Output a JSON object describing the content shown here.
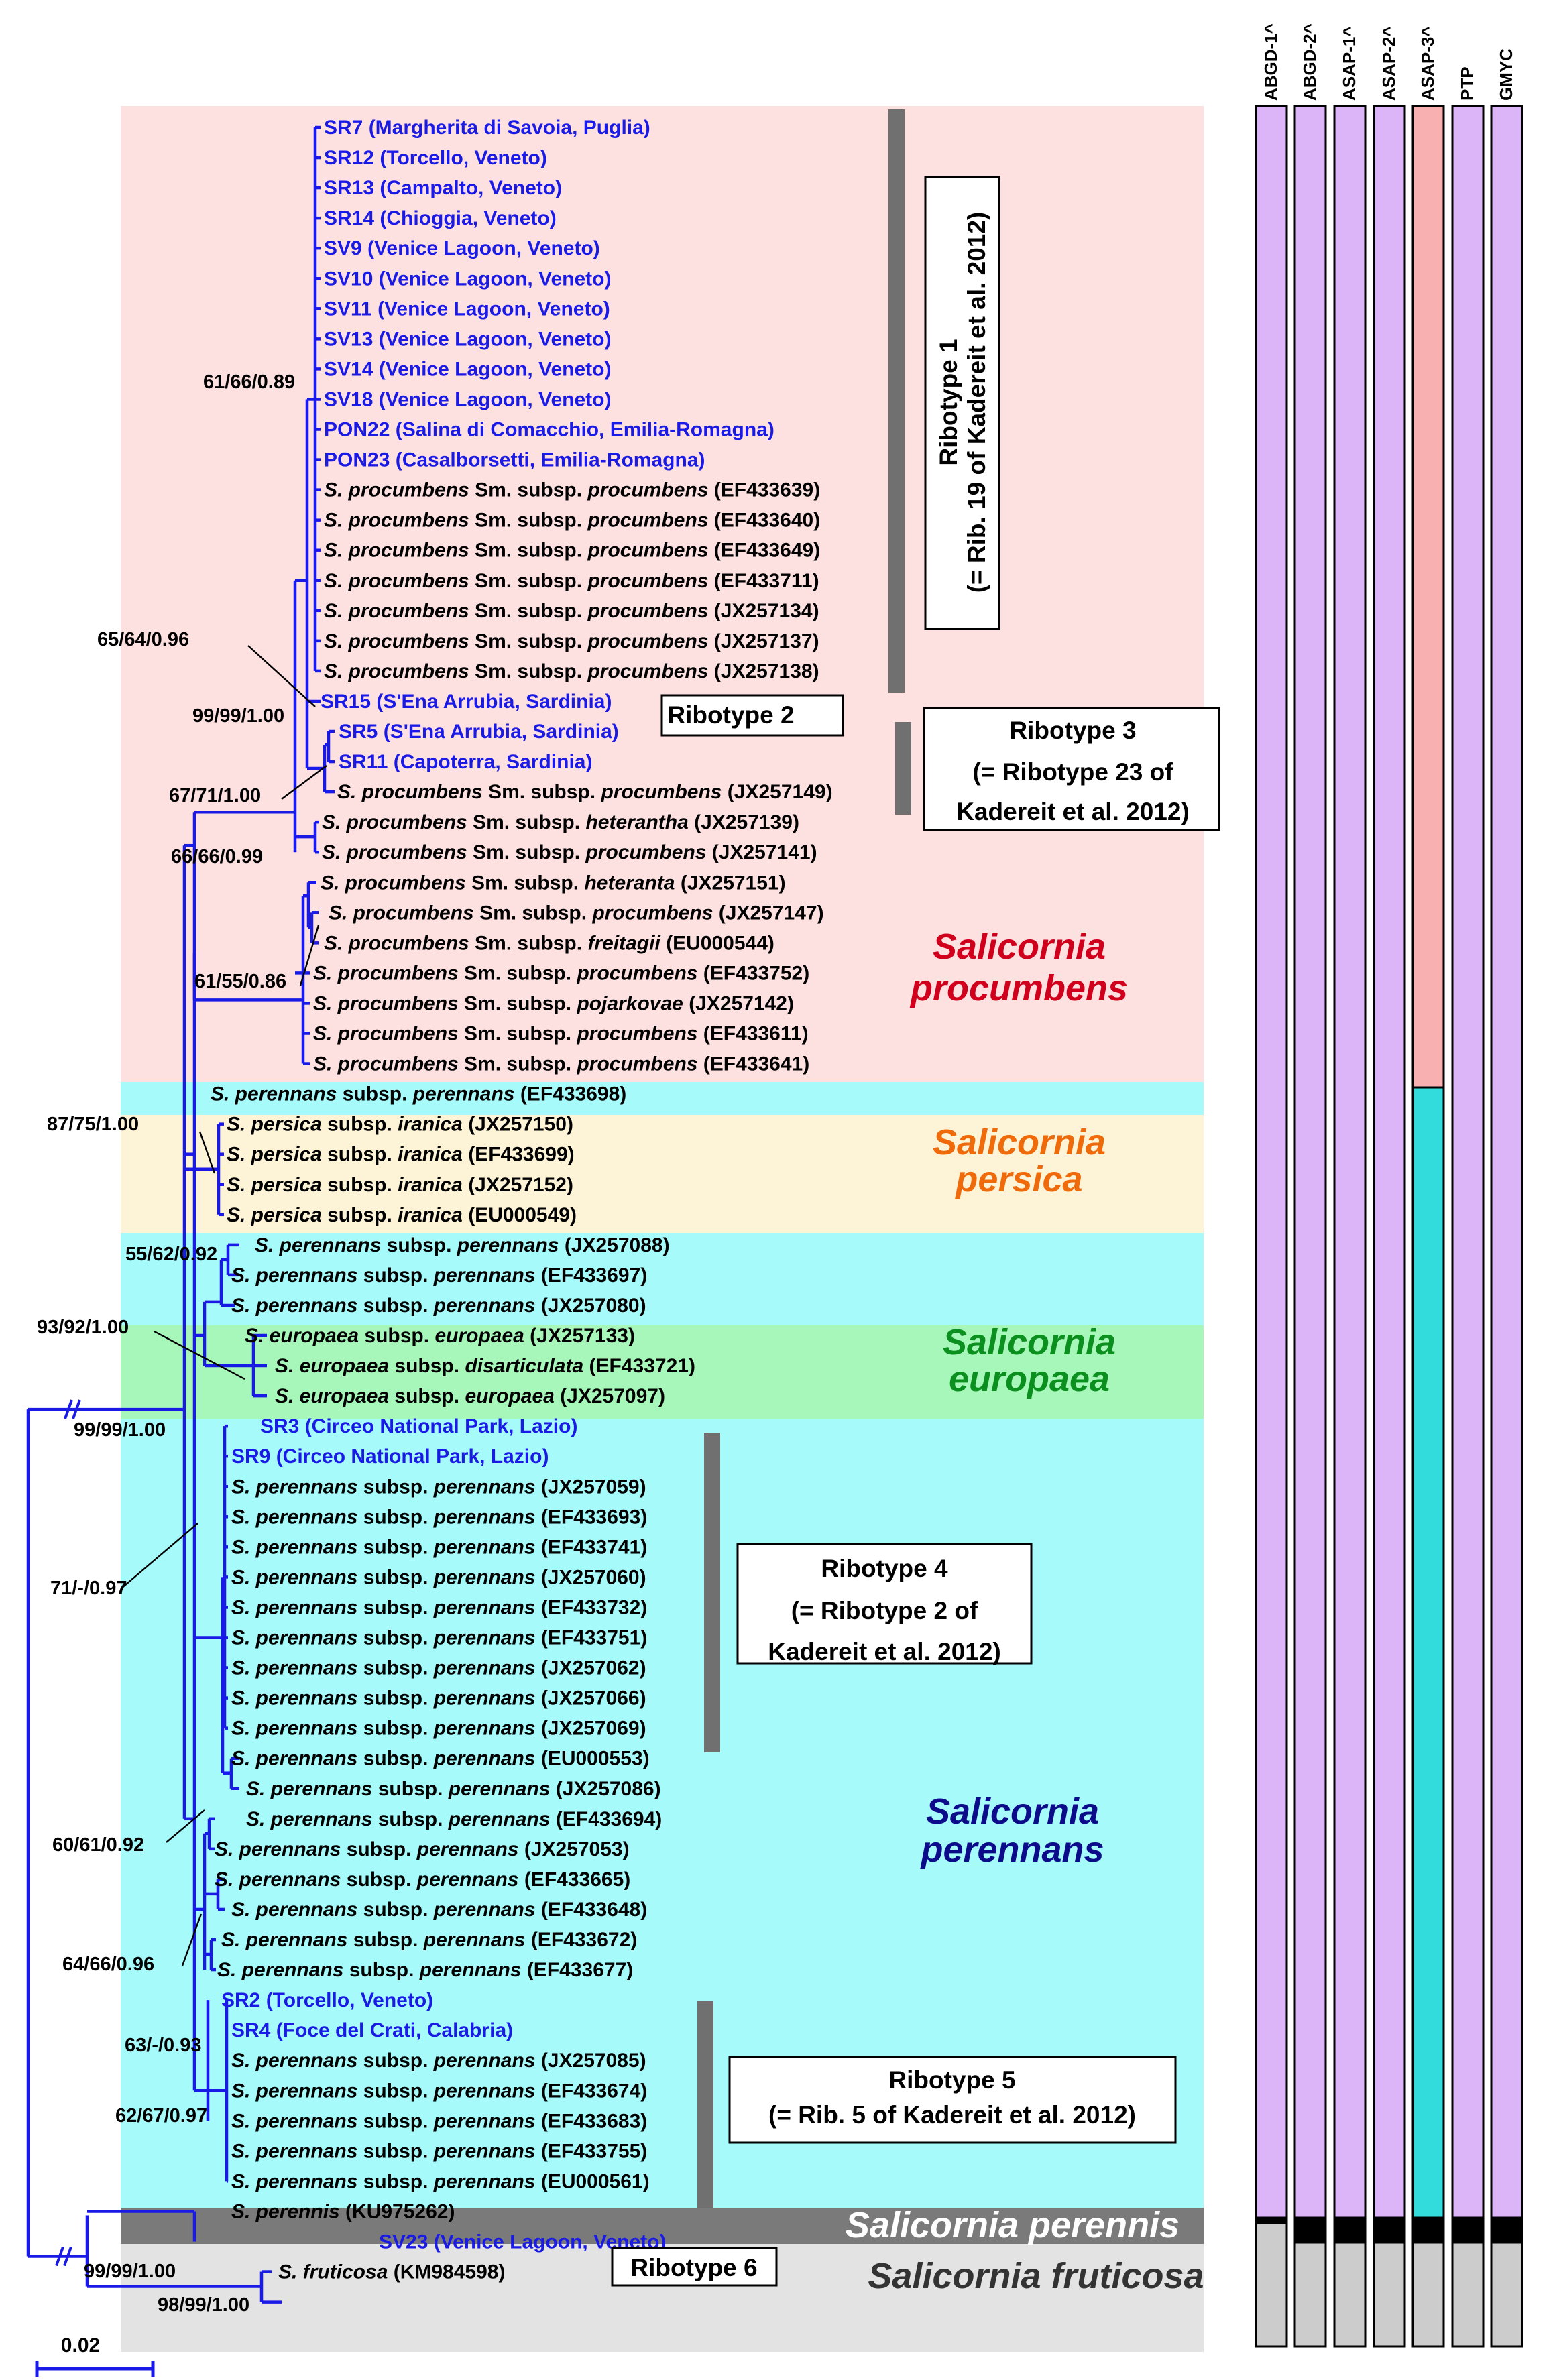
{
  "tips": [
    {
      "type": "code",
      "code": "SR7",
      "loc": "Margherita di Savoia, Puglia"
    },
    {
      "type": "code",
      "code": "SR12",
      "loc": "Torcello, Veneto"
    },
    {
      "type": "code",
      "code": "SR13",
      "loc": "Campalto, Veneto"
    },
    {
      "type": "code",
      "code": "SR14",
      "loc": "Chioggia, Veneto"
    },
    {
      "type": "code",
      "code": "SV9",
      "loc": "Venice Lagoon, Veneto"
    },
    {
      "type": "code",
      "code": "SV10",
      "loc": "Venice Lagoon, Veneto"
    },
    {
      "type": "code",
      "code": "SV11",
      "loc": "Venice Lagoon, Veneto"
    },
    {
      "type": "code",
      "code": "SV13",
      "loc": "Venice Lagoon, Veneto"
    },
    {
      "type": "code",
      "code": "SV14",
      "loc": "Venice Lagoon, Veneto"
    },
    {
      "type": "code",
      "code": "SV18",
      "loc": "Venice Lagoon, Veneto"
    },
    {
      "type": "code",
      "code": "PON22",
      "loc": "Salina di Comacchio, Emilia-Romagna"
    },
    {
      "type": "code",
      "code": "PON23",
      "loc": "Casalborsetti, Emilia-Romagna"
    },
    {
      "type": "sp",
      "sp": "S. procumbens",
      "auth": "Sm. subsp.",
      "ssp": "procumbens",
      "acc": "EF433639"
    },
    {
      "type": "sp",
      "sp": "S. procumbens",
      "auth": "Sm. subsp.",
      "ssp": "procumbens",
      "acc": "EF433640"
    },
    {
      "type": "sp",
      "sp": "S. procumbens",
      "auth": "Sm. subsp.",
      "ssp": "procumbens",
      "acc": "EF433649"
    },
    {
      "type": "sp",
      "sp": "S. procumbens",
      "auth": "Sm. subsp.",
      "ssp": "procumbens",
      "acc": "EF433711"
    },
    {
      "type": "sp",
      "sp": "S. procumbens",
      "auth": "Sm. subsp.",
      "ssp": "procumbens",
      "acc": "JX257134"
    },
    {
      "type": "sp",
      "sp": "S. procumbens",
      "auth": "Sm. subsp.",
      "ssp": "procumbens",
      "acc": "JX257137"
    },
    {
      "type": "sp",
      "sp": "S. procumbens",
      "auth": "Sm. subsp.",
      "ssp": "procumbens",
      "acc": "JX257138"
    },
    {
      "type": "code",
      "code": "SR15",
      "loc": "S'Ena Arrubia, Sardinia"
    },
    {
      "type": "code",
      "code": "SR5",
      "loc": "S'Ena Arrubia, Sardinia"
    },
    {
      "type": "code",
      "code": "SR11",
      "loc": "Capoterra, Sardinia"
    },
    {
      "type": "sp",
      "sp": "S. procumbens",
      "auth": "Sm. subsp.",
      "ssp": "procumbens",
      "acc": "JX257149"
    },
    {
      "type": "sp",
      "sp": "S. procumbens",
      "auth": "Sm. subsp.",
      "ssp": "heterantha",
      "acc": "JX257139"
    },
    {
      "type": "sp",
      "sp": "S. procumbens",
      "auth": "Sm. subsp.",
      "ssp": "procumbens",
      "acc": "JX257141"
    },
    {
      "type": "sp",
      "sp": "S. procumbens",
      "auth": "Sm. subsp.",
      "ssp": "heteranta",
      "acc": "JX257151"
    },
    {
      "type": "sp",
      "sp": "S. procumbens",
      "auth": "Sm. subsp.",
      "ssp": "procumbens",
      "acc": "JX257147"
    },
    {
      "type": "sp",
      "sp": "S. procumbens",
      "auth": "Sm. subsp.",
      "ssp": "freitagii",
      "acc": "EU000544"
    },
    {
      "type": "sp",
      "sp": "S. procumbens",
      "auth": "Sm. subsp.",
      "ssp": "procumbens",
      "acc": "EF433752"
    },
    {
      "type": "sp",
      "sp": "S. procumbens",
      "auth": "Sm. subsp.",
      "ssp": "pojarkovae",
      "acc": "JX257142"
    },
    {
      "type": "sp",
      "sp": "S. procumbens",
      "auth": "Sm. subsp.",
      "ssp": "procumbens",
      "acc": "EF433611"
    },
    {
      "type": "sp",
      "sp": "S. procumbens",
      "auth": "Sm. subsp.",
      "ssp": "procumbens",
      "acc": "EF433641"
    },
    {
      "type": "sp",
      "sp": "S. perennans",
      "auth": "subsp.",
      "ssp": "perennans",
      "acc": "EF433698"
    },
    {
      "type": "sp",
      "sp": "S. persica",
      "auth": "subsp.",
      "ssp": "iranica",
      "acc": "JX257150"
    },
    {
      "type": "sp",
      "sp": "S. persica",
      "auth": "subsp.",
      "ssp": "iranica",
      "acc": "EF433699"
    },
    {
      "type": "sp",
      "sp": "S. persica",
      "auth": "subsp.",
      "ssp": "iranica",
      "acc": "JX257152"
    },
    {
      "type": "sp",
      "sp": "S. persica",
      "auth": "subsp.",
      "ssp": "iranica",
      "acc": "EU000549"
    },
    {
      "type": "sp",
      "sp": "S. perennans",
      "auth": "subsp.",
      "ssp": "perennans",
      "acc": "JX257088"
    },
    {
      "type": "sp",
      "sp": "S. perennans",
      "auth": "subsp.",
      "ssp": "perennans",
      "acc": "EF433697"
    },
    {
      "type": "sp",
      "sp": "S. perennans",
      "auth": "subsp.",
      "ssp": "perennans",
      "acc": "JX257080"
    },
    {
      "type": "sp",
      "sp": "S. europaea",
      "auth": "subsp.",
      "ssp": "europaea",
      "acc": "JX257133"
    },
    {
      "type": "sp",
      "sp": "S. europaea",
      "auth": "subsp.",
      "ssp": "disarticulata",
      "acc": "EF433721"
    },
    {
      "type": "sp",
      "sp": "S. europaea",
      "auth": "subsp.",
      "ssp": "europaea",
      "acc": "JX257097"
    },
    {
      "type": "code",
      "code": "SR3",
      "loc": "Circeo National Park, Lazio"
    },
    {
      "type": "code",
      "code": "SR9",
      "loc": "Circeo National Park, Lazio"
    },
    {
      "type": "sp",
      "sp": "S. perennans",
      "auth": "subsp.",
      "ssp": "perennans",
      "acc": "JX257059"
    },
    {
      "type": "sp",
      "sp": "S. perennans",
      "auth": "subsp.",
      "ssp": "perennans",
      "acc": "EF433693"
    },
    {
      "type": "sp",
      "sp": "S. perennans",
      "auth": "subsp.",
      "ssp": "perennans",
      "acc": "EF433741"
    },
    {
      "type": "sp",
      "sp": "S. perennans",
      "auth": "subsp.",
      "ssp": "perennans",
      "acc": "JX257060"
    },
    {
      "type": "sp",
      "sp": "S. perennans",
      "auth": "subsp.",
      "ssp": "perennans",
      "acc": "EF433732"
    },
    {
      "type": "sp",
      "sp": "S. perennans",
      "auth": "subsp.",
      "ssp": "perennans",
      "acc": "EF433751"
    },
    {
      "type": "sp",
      "sp": "S. perennans",
      "auth": "subsp.",
      "ssp": "perennans",
      "acc": "JX257062"
    },
    {
      "type": "sp",
      "sp": "S. perennans",
      "auth": "subsp.",
      "ssp": "perennans",
      "acc": "JX257066"
    },
    {
      "type": "sp",
      "sp": "S. perennans",
      "auth": "subsp.",
      "ssp": "perennans",
      "acc": "JX257069"
    },
    {
      "type": "sp",
      "sp": "S. perennans",
      "auth": "subsp.",
      "ssp": "perennans",
      "acc": "EU000553"
    },
    {
      "type": "sp",
      "sp": "S. perennans",
      "auth": "subsp.",
      "ssp": "perennans",
      "acc": "JX257086"
    },
    {
      "type": "sp",
      "sp": "S. perennans",
      "auth": "subsp.",
      "ssp": "perennans",
      "acc": "EF433694"
    },
    {
      "type": "sp",
      "sp": "S. perennans",
      "auth": "subsp.",
      "ssp": "perennans",
      "acc": "JX257053"
    },
    {
      "type": "sp",
      "sp": "S. perennans",
      "auth": "subsp.",
      "ssp": "perennans",
      "acc": "EF433665"
    },
    {
      "type": "sp",
      "sp": "S. perennans",
      "auth": "subsp.",
      "ssp": "perennans",
      "acc": "EF433648"
    },
    {
      "type": "sp",
      "sp": "S. perennans",
      "auth": "subsp.",
      "ssp": "perennans",
      "acc": "EF433672"
    },
    {
      "type": "sp",
      "sp": "S. perennans",
      "auth": "subsp.",
      "ssp": "perennans",
      "acc": "EF433677"
    },
    {
      "type": "code",
      "code": "SR2",
      "loc": "Torcello, Veneto"
    },
    {
      "type": "code",
      "code": "SR4",
      "loc": "Foce del Crati, Calabria"
    },
    {
      "type": "sp",
      "sp": "S. perennans",
      "auth": "subsp.",
      "ssp": "perennans",
      "acc": "JX257085"
    },
    {
      "type": "sp",
      "sp": "S. perennans",
      "auth": "subsp.",
      "ssp": "perennans",
      "acc": "EF433674"
    },
    {
      "type": "sp",
      "sp": "S. perennans",
      "auth": "subsp.",
      "ssp": "perennans",
      "acc": "EF433683"
    },
    {
      "type": "sp",
      "sp": "S. perennans",
      "auth": "subsp.",
      "ssp": "perennans",
      "acc": "EF433755"
    },
    {
      "type": "sp",
      "sp": "S. perennans",
      "auth": "subsp.",
      "ssp": "perennans",
      "acc": "EU000561"
    },
    {
      "type": "sp2",
      "sp": "S. perennis",
      "acc": "KU975262"
    },
    {
      "type": "code",
      "code": "SV23",
      "loc": "Venice Lagoon, Veneto"
    },
    {
      "type": "sp2",
      "sp": "S. fruticosa",
      "acc": "KM984598"
    }
  ],
  "supports": [
    {
      "text": "61/66/0.89"
    },
    {
      "text": "65/64/0.96"
    },
    {
      "text": "99/99/1.00"
    },
    {
      "text": "67/71/1.00"
    },
    {
      "text": "66/66/0.99"
    },
    {
      "text": "61/55/0.86"
    },
    {
      "text": "87/75/1.00"
    },
    {
      "text": "55/62/0.92"
    },
    {
      "text": "93/92/1.00"
    },
    {
      "text": "99/99/1.00"
    },
    {
      "text": "71/-/0.97"
    },
    {
      "text": "60/61/0.92"
    },
    {
      "text": "64/66/0.96"
    },
    {
      "text": "63/-/0.93"
    },
    {
      "text": "62/67/0.97"
    },
    {
      "text": "99/99/1.00"
    },
    {
      "text": "98/99/1.00"
    }
  ],
  "clades": [
    {
      "lines": [
        "Salicornia",
        "procumbens"
      ],
      "color": "#d0001c"
    },
    {
      "lines": [
        "Salicornia",
        "persica"
      ],
      "color": "#ef6a0a"
    },
    {
      "lines": [
        "Salicornia",
        "europaea"
      ],
      "color": "#0b8f1e"
    },
    {
      "lines": [
        "Salicornia",
        "perennans"
      ],
      "color": "#0c0c8a"
    },
    {
      "lines": [
        "Salicornia  perennis"
      ],
      "color": "#ffffff"
    },
    {
      "lines": [
        "Salicornia fruticosa"
      ],
      "color": "#333333"
    }
  ],
  "ribotypes": [
    {
      "lines": [
        "Ribotype 1",
        "(=  Rib. 19 of Kadereit et al. 2012)"
      ]
    },
    {
      "lines": [
        "Ribotype 2"
      ]
    },
    {
      "lines": [
        "Ribotype 3",
        "(= Ribotype 23 of",
        "Kadereit et al. 2012)"
      ]
    },
    {
      "lines": [
        "Ribotype 4",
        "(= Ribotype 2 of",
        "Kadereit et al. 2012)"
      ]
    },
    {
      "lines": [
        "Ribotype 5",
        "(=  Rib. 5 of Kadereit et al. 2012)"
      ]
    },
    {
      "lines": [
        "Ribotype 6"
      ]
    }
  ],
  "delimitation": {
    "columns": [
      "ABGD-1^",
      "ABGD-2^",
      "ASAP-1^",
      "ASAP-2^",
      "ASAP-3^",
      "PTP",
      "GMYC"
    ],
    "colors": {
      "violet": "#dcb4f8",
      "salmon": "#f8b0b0",
      "cyan": "#33dcdc",
      "black": "#000000",
      "grey": "#cccccc"
    }
  },
  "bands": {
    "procumbens": "#fde0e0",
    "perennans": "#a6fafa",
    "persica": "#fdf3d6",
    "europaea": "#a8f7ba",
    "perennis": "#7a7a7a",
    "fruticosa": "#e3e3e3"
  },
  "branch_color": "#1a1ae6",
  "scale_bar": "0.02"
}
